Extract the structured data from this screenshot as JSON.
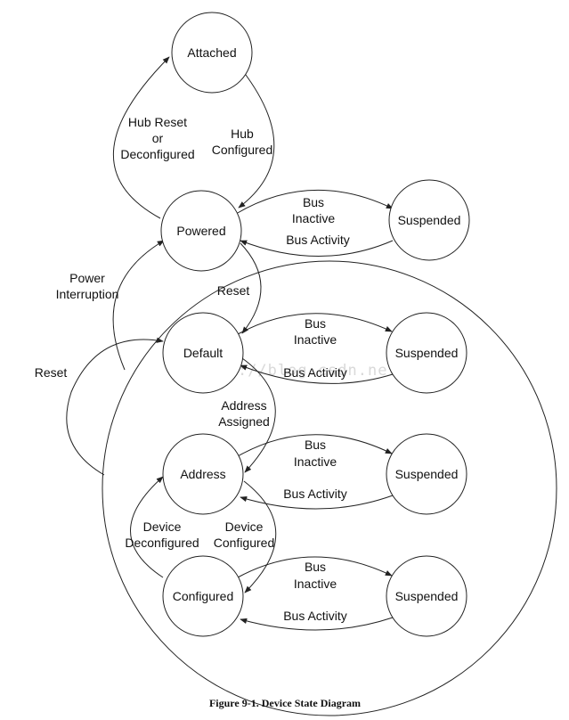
{
  "states": {
    "attached": "Attached",
    "powered": "Powered",
    "suspended_powered": "Suspended",
    "default": "Default",
    "suspended_default": "Suspended",
    "address": "Address",
    "suspended_address": "Suspended",
    "configured": "Configured",
    "suspended_configured": "Suspended"
  },
  "labels": {
    "hub_reset_line1": "Hub Reset",
    "hub_reset_line2": "or",
    "hub_reset_line3": "Deconfigured",
    "hub_configured_line1": "Hub",
    "hub_configured_line2": "Configured",
    "power_interruption_line1": "Power",
    "power_interruption_line2": "Interruption",
    "reset_powered_default": "Reset",
    "reset_outer": "Reset",
    "address_assigned_line1": "Address",
    "address_assigned_line2": "Assigned",
    "device_deconfigured_line1": "Device",
    "device_deconfigured_line2": "Deconfigured",
    "device_configured_line1": "Device",
    "device_configured_line2": "Configured",
    "bus_inactive_line1": "Bus",
    "bus_inactive_line2": "Inactive",
    "bus_activity": "Bus Activity"
  },
  "watermark": "http://blog.csdn.net/",
  "caption": "Figure 9-1.  Device State Diagram"
}
